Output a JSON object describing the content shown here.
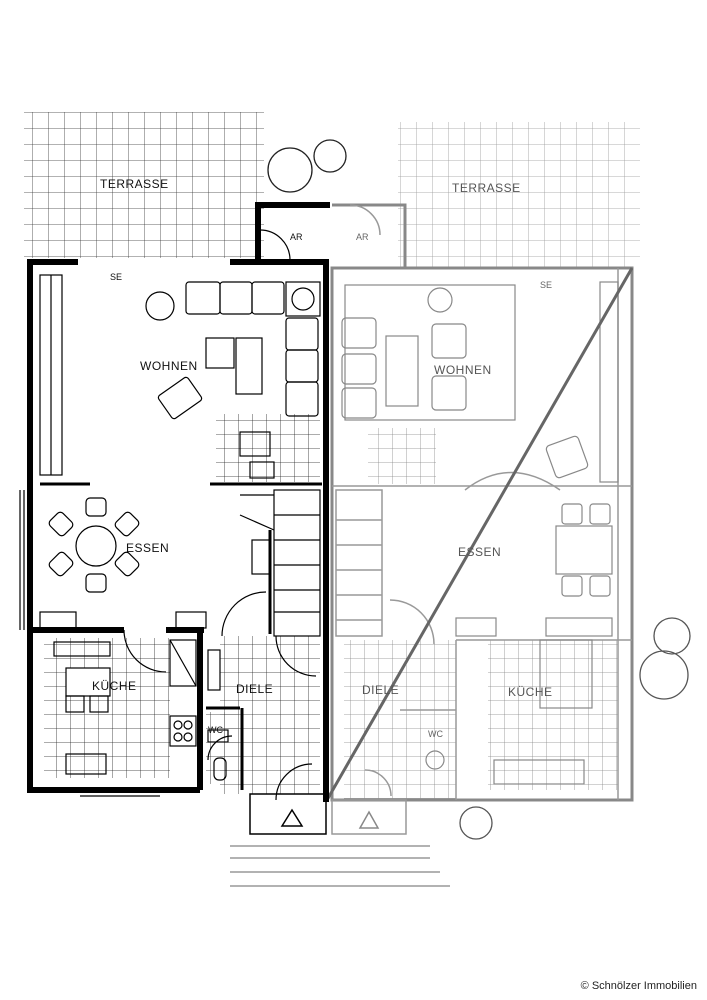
{
  "left_unit": {
    "terrasse": "TERRASSE",
    "ar": "AR",
    "se": "SE",
    "wohnen": "WOHNEN",
    "essen": "ESSEN",
    "kueche": "KÜCHE",
    "diele": "DIELE",
    "wc": "WC"
  },
  "right_unit": {
    "terrasse": "TERRASSE",
    "ar": "AR",
    "se": "SE",
    "wohnen": "WOHNEN",
    "essen": "ESSEN",
    "kueche": "KÜCHE",
    "diele": "DIELE",
    "wc": "WC"
  },
  "footer": {
    "copyright": "© Schnölzer Immobilien"
  }
}
